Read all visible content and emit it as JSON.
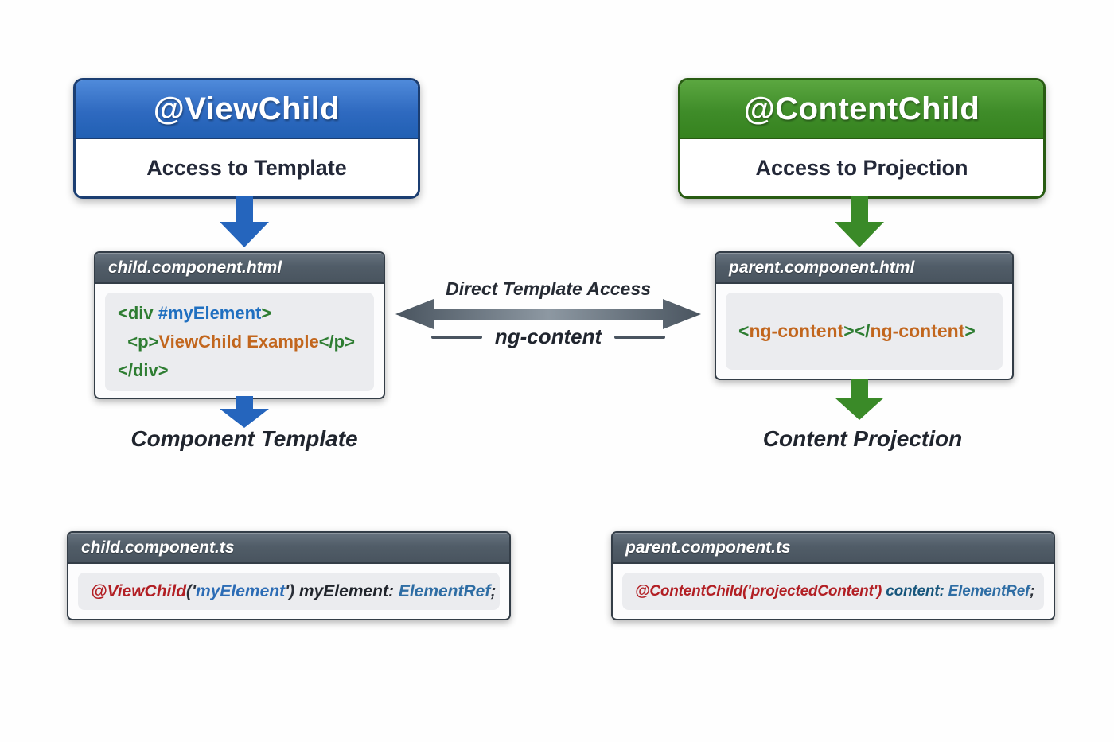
{
  "left": {
    "badge": {
      "title": "@ViewChild",
      "subtitle": "Access to Template"
    },
    "html_window": {
      "title": "child.component.html",
      "lines": [
        {
          "segments": [
            {
              "text": "<div ",
              "color": "#2e7d32"
            },
            {
              "text": "#myElement",
              "color": "#1f6fc0"
            },
            {
              "text": ">",
              "color": "#2e7d32"
            }
          ]
        },
        {
          "segments": [
            {
              "text": "  <p>",
              "color": "#2e7d32"
            },
            {
              "text": "ViewChild Example",
              "color": "#c2661d"
            },
            {
              "text": "</p>",
              "color": "#2e7d32"
            }
          ]
        },
        {
          "segments": [
            {
              "text": "</div>",
              "color": "#2e7d32"
            }
          ]
        }
      ]
    },
    "flow_label": "Component Template",
    "ts_window": {
      "title": "child.component.ts",
      "code": [
        {
          "text": "@ViewChild",
          "color": "#b21f24"
        },
        {
          "text": "('",
          "color": "#2a2f38"
        },
        {
          "text": "myElement",
          "color": "#2c6cb5"
        },
        {
          "text": "')",
          "color": "#2a2f38"
        },
        {
          "text": " myElement: ",
          "color": "#20242b"
        },
        {
          "text": "ElementRef",
          "color": "#2e6da4"
        },
        {
          "text": ";",
          "color": "#2a2f38"
        }
      ]
    }
  },
  "center": {
    "top_label": "Direct Template Access",
    "bottom_label": "ng-content"
  },
  "right": {
    "badge": {
      "title": "@ContentChild",
      "subtitle": "Access to Projection"
    },
    "html_window": {
      "title": "parent.component.html",
      "lines": [
        {
          "segments": [
            {
              "text": "<",
              "color": "#2e7d32"
            },
            {
              "text": "ng-content",
              "color": "#c2661d"
            },
            {
              "text": ">",
              "color": "#2e7d32"
            },
            {
              "text": "</",
              "color": "#2e7d32"
            },
            {
              "text": "ng-content",
              "color": "#c2661d"
            },
            {
              "text": ">",
              "color": "#2e7d32"
            }
          ]
        }
      ]
    },
    "flow_label": "Content Projection",
    "ts_window": {
      "title": "parent.component.ts",
      "code": [
        {
          "text": "@ContentChild('projectedContent')",
          "color": "#b21f24"
        },
        {
          "text": " content: ",
          "color": "#17567c"
        },
        {
          "text": "ElementRef",
          "color": "#2e6da4"
        },
        {
          "text": ";",
          "color": "#2a2f38"
        }
      ]
    }
  },
  "colors": {
    "viewchild_accent": "#2565bd",
    "contentchild_accent": "#3a8a28",
    "window_header": "#515d68",
    "arrow_slate": "#4a5460"
  }
}
